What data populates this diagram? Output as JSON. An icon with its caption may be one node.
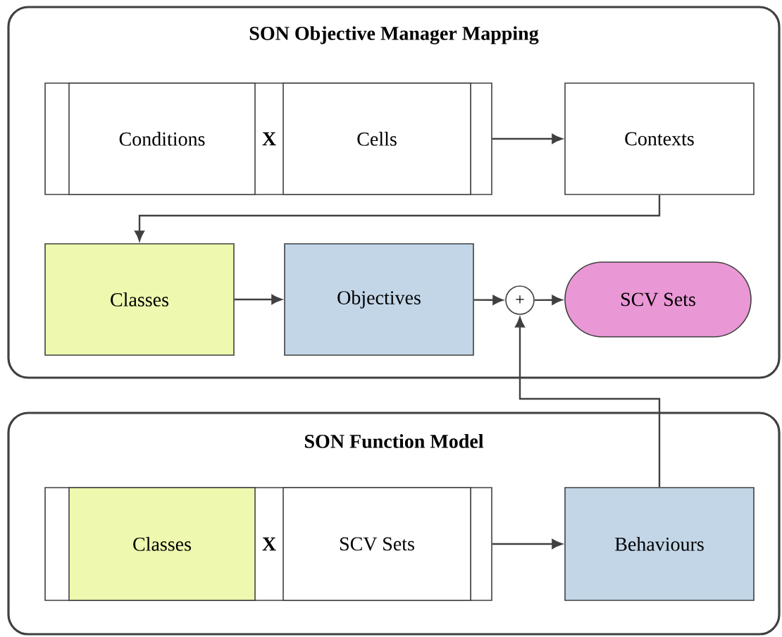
{
  "diagram": {
    "nodes": [
      {
        "text": [
          "SON Objective Manager Mapping"
        ]
      },
      {
        "text": [
          "X"
        ],
        "in": 0
      },
      {
        "text": [
          "Conditions"
        ],
        "in": 1
      },
      {
        "text": [
          "Cells"
        ],
        "in": 1
      },
      {
        "text": [
          "Contexts"
        ],
        "in": 0
      },
      {
        "text": [
          "Classes"
        ],
        "in": 0
      },
      {
        "text": [
          "Objectives"
        ],
        "in": 0
      },
      {
        "text": [
          "+"
        ],
        "in": 0
      },
      {
        "text": [
          "SCV Sets"
        ],
        "in": 0
      },
      {
        "text": [
          "SON Function Model"
        ]
      },
      {
        "text": [
          "X"
        ],
        "in": 9
      },
      {
        "text": [
          "Classes"
        ],
        "in": 10
      },
      {
        "text": [
          "SCV Sets"
        ],
        "in": 10
      },
      {
        "text": [
          "Behaviours"
        ],
        "in": 9
      }
    ],
    "edges": [
      {
        "from": 1,
        "to": 4,
        "arrow": "to"
      },
      {
        "from": 4,
        "to": 5,
        "arrow": "to"
      },
      {
        "from": 5,
        "to": 6,
        "arrow": "to"
      },
      {
        "from": 6,
        "to": 7,
        "arrow": "to"
      },
      {
        "from": 7,
        "to": 8,
        "arrow": "to"
      },
      {
        "from": 13,
        "to": 7,
        "arrow": "to"
      },
      {
        "from": 10,
        "to": 13,
        "arrow": "to"
      }
    ]
  }
}
